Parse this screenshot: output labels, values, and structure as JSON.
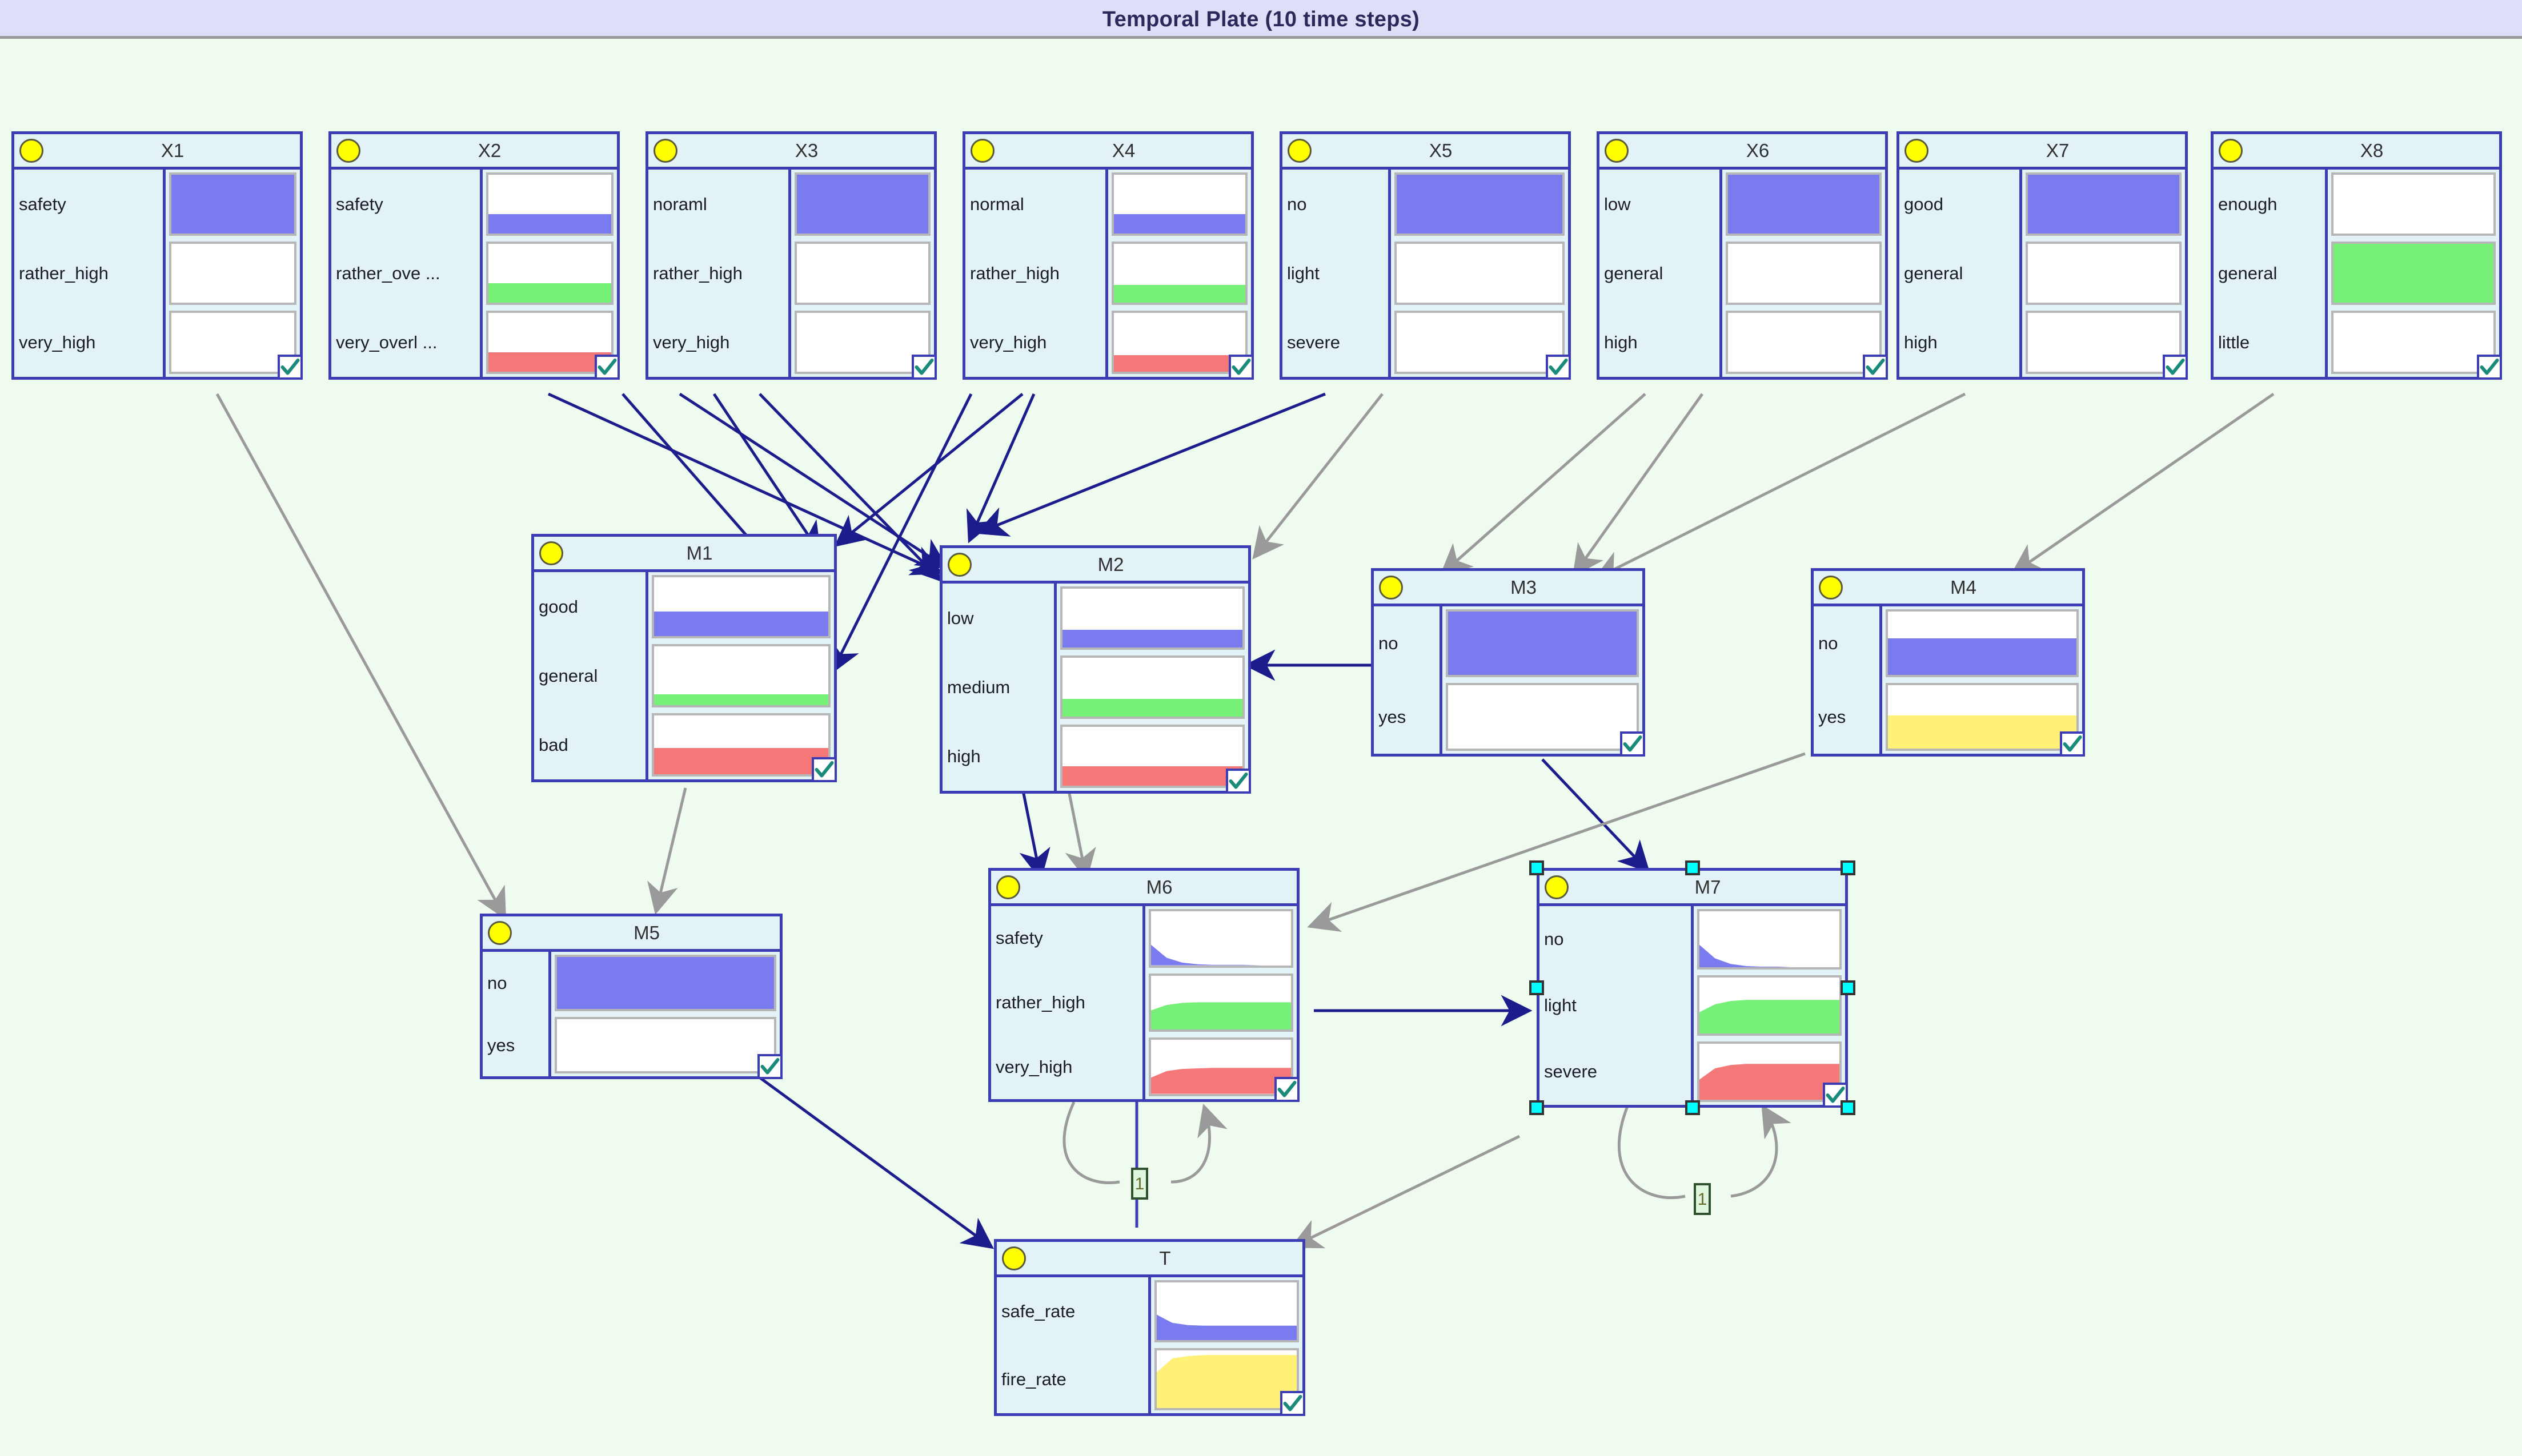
{
  "window": {
    "title": "Temporal Plate (10 time steps)",
    "background_color": "#f0fbf0",
    "title_bar_color": "#dedef8"
  },
  "palette": {
    "node_border": "#3c3cb4",
    "node_fill": "#e2f2f7",
    "bar_blue": "#7b7bf0",
    "bar_green": "#76f076",
    "bar_red": "#f57878",
    "bar_yellow": "#fff078",
    "bar_empty": "#ffffff",
    "arrow_blue": "#1c1c8c",
    "arrow_grey": "#9a9a9a",
    "selection_handle": "#00ffff",
    "check_mark": "#1a8a7a"
  },
  "icons": {
    "node_bulb": "yellow-circle-icon",
    "evidence_check": "check-icon"
  },
  "selected_node": "M7",
  "temporal_lag_label": "1",
  "nodes": [
    {
      "id": "X1",
      "name": "X1",
      "states": [
        {
          "label": "safety",
          "color": "#7b7bf0",
          "pct": 100
        },
        {
          "label": "rather_high",
          "color": "#7b7bf0",
          "pct": 0
        },
        {
          "label": "very_high",
          "color": "#7b7bf0",
          "pct": 0
        }
      ]
    },
    {
      "id": "X2",
      "name": "X2",
      "states": [
        {
          "label": "safety",
          "color": "#7b7bf0",
          "pct": 33
        },
        {
          "label": "rather_ove ...",
          "color": "#76f076",
          "pct": 33
        },
        {
          "label": "very_overl ...",
          "color": "#f57878",
          "pct": 33
        }
      ]
    },
    {
      "id": "X3",
      "name": "X3",
      "states": [
        {
          "label": "noraml",
          "color": "#7b7bf0",
          "pct": 100
        },
        {
          "label": "rather_high",
          "color": "#76f076",
          "pct": 0
        },
        {
          "label": "very_high",
          "color": "#f57878",
          "pct": 0
        }
      ]
    },
    {
      "id": "X4",
      "name": "X4",
      "states": [
        {
          "label": "normal",
          "color": "#7b7bf0",
          "pct": 33
        },
        {
          "label": "rather_high",
          "color": "#76f076",
          "pct": 30
        },
        {
          "label": "very_high",
          "color": "#f57878",
          "pct": 28
        }
      ]
    },
    {
      "id": "X5",
      "name": "X5",
      "states": [
        {
          "label": "no",
          "color": "#7b7bf0",
          "pct": 100
        },
        {
          "label": "light",
          "color": "#76f076",
          "pct": 0
        },
        {
          "label": "severe",
          "color": "#f57878",
          "pct": 0
        }
      ]
    },
    {
      "id": "X6",
      "name": "X6",
      "states": [
        {
          "label": "low",
          "color": "#7b7bf0",
          "pct": 100
        },
        {
          "label": "general",
          "color": "#76f076",
          "pct": 0
        },
        {
          "label": "high",
          "color": "#f57878",
          "pct": 0
        }
      ]
    },
    {
      "id": "X7",
      "name": "X7",
      "states": [
        {
          "label": "good",
          "color": "#7b7bf0",
          "pct": 100
        },
        {
          "label": "general",
          "color": "#76f076",
          "pct": 0
        },
        {
          "label": "high",
          "color": "#f57878",
          "pct": 0
        }
      ]
    },
    {
      "id": "X8",
      "name": "X8",
      "states": [
        {
          "label": "enough",
          "color": "#7b7bf0",
          "pct": 0
        },
        {
          "label": "general",
          "color": "#76f076",
          "pct": 100
        },
        {
          "label": "little",
          "color": "#f57878",
          "pct": 0
        }
      ]
    },
    {
      "id": "M1",
      "name": "M1",
      "states": [
        {
          "label": "good",
          "color": "#7b7bf0",
          "pct": 42
        },
        {
          "label": "general",
          "color": "#76f076",
          "pct": 18
        },
        {
          "label": "bad",
          "color": "#f57878",
          "pct": 45
        }
      ]
    },
    {
      "id": "M2",
      "name": "M2",
      "states": [
        {
          "label": "low",
          "color": "#7b7bf0",
          "pct": 30
        },
        {
          "label": "medium",
          "color": "#76f076",
          "pct": 30
        },
        {
          "label": "high",
          "color": "#f57878",
          "pct": 33
        }
      ]
    },
    {
      "id": "M3",
      "name": "M3",
      "states": [
        {
          "label": "no",
          "color": "#7b7bf0",
          "pct": 100
        },
        {
          "label": "yes",
          "color": "#7b7bf0",
          "pct": 0
        }
      ]
    },
    {
      "id": "M4",
      "name": "M4",
      "states": [
        {
          "label": "no",
          "color": "#7b7bf0",
          "pct": 58
        },
        {
          "label": "yes",
          "color": "#fff078",
          "pct": 52
        }
      ]
    },
    {
      "id": "M5",
      "name": "M5",
      "states": [
        {
          "label": "no",
          "color": "#7b7bf0",
          "pct": 100
        },
        {
          "label": "yes",
          "color": "#7b7bf0",
          "pct": 0
        }
      ]
    },
    {
      "id": "M6",
      "name": "M6",
      "temporal": true,
      "states": [
        {
          "label": "safety",
          "color": "#7b7bf0",
          "series": [
            38,
            14,
            5,
            2,
            1,
            1,
            1,
            0,
            0,
            0
          ]
        },
        {
          "label": "rather_high",
          "color": "#76f076",
          "series": [
            36,
            46,
            50,
            51,
            51,
            51,
            51,
            51,
            51,
            51
          ]
        },
        {
          "label": "very_high",
          "color": "#f57878",
          "series": [
            30,
            42,
            46,
            47,
            48,
            48,
            48,
            48,
            48,
            48
          ]
        }
      ]
    },
    {
      "id": "M7",
      "name": "M7",
      "temporal": true,
      "selected": true,
      "states": [
        {
          "label": "no",
          "color": "#7b7bf0",
          "series": [
            40,
            16,
            6,
            2,
            1,
            1,
            0,
            0,
            0,
            0
          ]
        },
        {
          "label": "light",
          "color": "#76f076",
          "series": [
            38,
            52,
            58,
            60,
            60,
            60,
            60,
            60,
            60,
            60
          ]
        },
        {
          "label": "severe",
          "color": "#f57878",
          "series": [
            36,
            56,
            62,
            64,
            64,
            64,
            64,
            64,
            64,
            64
          ]
        }
      ]
    },
    {
      "id": "T",
      "name": "T",
      "temporal": true,
      "states": [
        {
          "label": "safe_rate",
          "color": "#7b7bf0",
          "series": [
            44,
            30,
            26,
            25,
            25,
            25,
            25,
            25,
            25,
            25
          ]
        },
        {
          "label": "fire_rate",
          "color": "#fff078",
          "series": [
            62,
            86,
            90,
            92,
            92,
            92,
            92,
            92,
            92,
            92
          ]
        }
      ]
    }
  ]
}
